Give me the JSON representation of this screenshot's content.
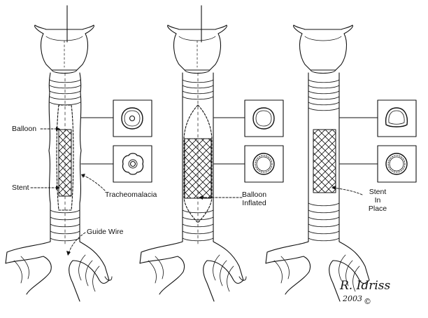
{
  "labels": {
    "balloon": "Balloon",
    "stent": "Stent",
    "tracheomalacia": "Tracheomalacia",
    "guide_wire": "Guide Wire",
    "balloon_inflated": [
      "Balloon",
      "Inflated"
    ],
    "stent_in_place": [
      "Stent",
      "In",
      "Place"
    ]
  },
  "signature": {
    "name": "R. Idriss",
    "year": "2003",
    "copyright": "©"
  },
  "colors": {
    "ink": "#111111",
    "background": "#ffffff"
  }
}
